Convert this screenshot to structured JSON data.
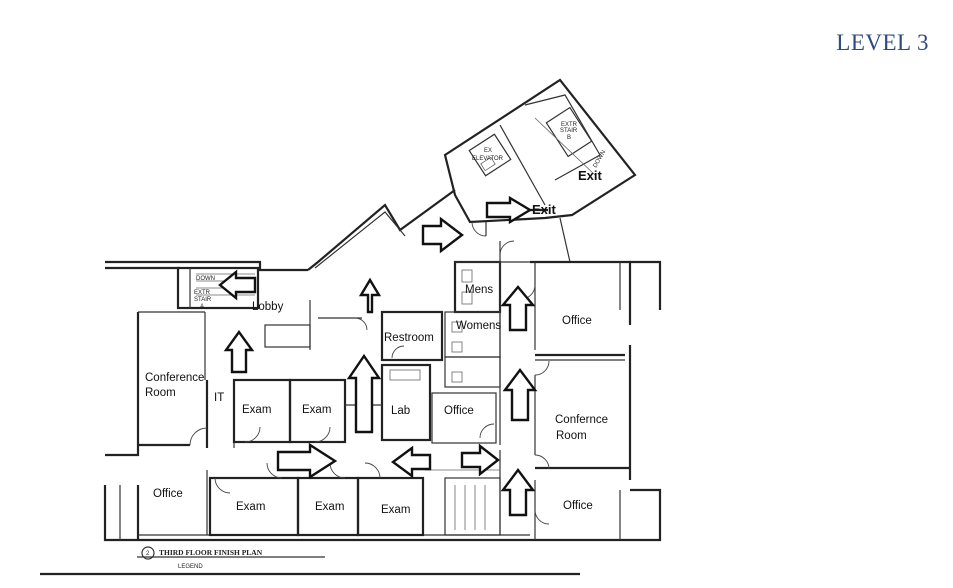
{
  "page": {
    "title": "LEVEL 3"
  },
  "plan": {
    "caption": "THIRD FLOOR FINISH PLAN",
    "caption_number": "2",
    "legend_label": "LEGEND",
    "rooms": {
      "lobby": "Lobby",
      "restroom": "Restroom",
      "mens": "Mens",
      "womens": "Womens",
      "office_ne": "Office",
      "conference_room_line1": "Conference",
      "conference_room_line2": "Room",
      "it": "IT",
      "exam_1": "Exam",
      "exam_2": "Exam",
      "lab": "Lab",
      "office_lab": "Office",
      "confernce_room_line1": "Confernce",
      "confernce_room_line2": "Room",
      "office_sw": "Office",
      "exam_3": "Exam",
      "exam_4": "Exam",
      "exam_5": "Exam",
      "office_se": "Office"
    },
    "exits": {
      "exit_upper": "Exit",
      "exit_lower": "Exit"
    },
    "stairs": {
      "stair_a_line1": "EXTR",
      "stair_a_line2": "STAIR",
      "stair_a_letter": "A",
      "stair_b_line1": "EXTR",
      "stair_b_line2": "STAIR",
      "stair_b_letter": "B",
      "stair_a_down": "DOWN",
      "stair_b_down": "DOWN"
    },
    "elevator": {
      "line1": "EX",
      "line2": "ELEVATOR"
    }
  },
  "colors": {
    "title": "#2e4a7f",
    "lines": "#222222",
    "background": "#ffffff"
  }
}
